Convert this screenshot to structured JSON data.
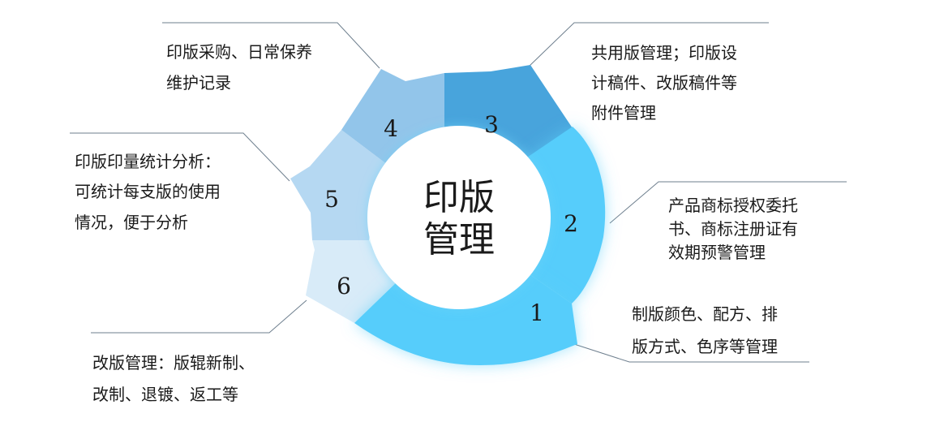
{
  "center": {
    "line1": "印版",
    "line2": "管理"
  },
  "colors": {
    "segment_1": "#56cdfb",
    "segment_2": "#56cdfb",
    "segment_3": "#48a4dc",
    "segment_4": "#92c5ea",
    "segment_5": "#b5d8f2",
    "segment_6": "#d8ebf8",
    "leader_line": "#6e7f8e",
    "text": "#1a1a1a"
  },
  "segments": [
    {
      "number": "1",
      "lines": [
        "制版颜色、配方、排",
        "版方式、色序等管理"
      ]
    },
    {
      "number": "2",
      "lines": [
        "产品商标授权委托",
        "书、商标注册证有",
        "效期预警管理"
      ]
    },
    {
      "number": "3",
      "lines": [
        "共用版管理；印版设",
        "计稿件、改版稿件等",
        "附件管理"
      ]
    },
    {
      "number": "4",
      "lines": [
        "印版采购、日常保养",
        "维护记录"
      ]
    },
    {
      "number": "5",
      "lines": [
        "印版印量统计分析：",
        "可统计每支版的使用",
        "情况，便于分析"
      ]
    },
    {
      "number": "6",
      "lines": [
        "改版管理：版辊新制、",
        "改制、退镀、返工等"
      ]
    }
  ]
}
